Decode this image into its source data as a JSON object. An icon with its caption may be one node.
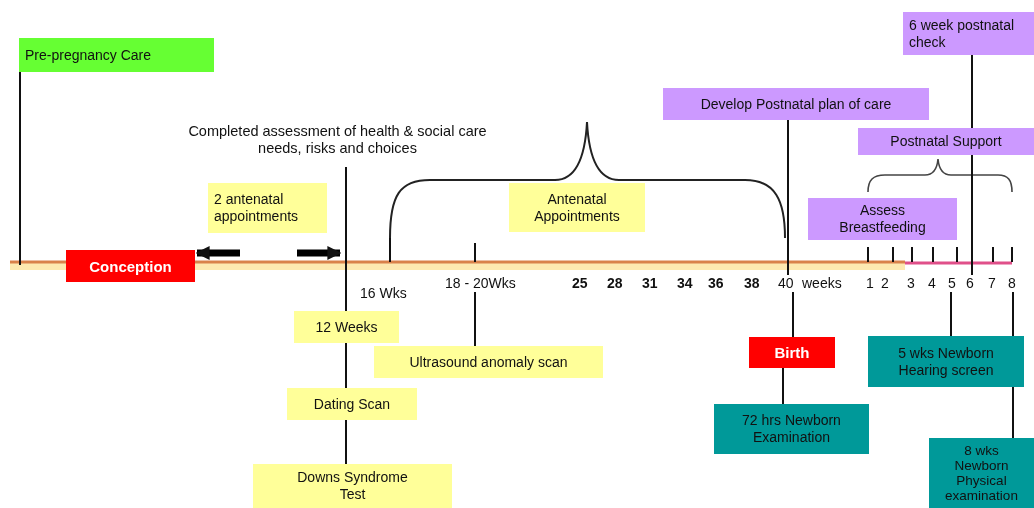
{
  "diagram": {
    "nodes": [
      {
        "text": [
          "6 week postnatal check"
        ]
      },
      {
        "text": [
          "Pre-pregnancy Care"
        ]
      },
      {
        "text": [
          "Develop Postnatal plan of care"
        ]
      },
      {
        "text": [
          "Completed assessment of health & social care needs, risks and choices"
        ]
      },
      {
        "text": [
          "Postnatal Support"
        ]
      },
      {
        "text": [
          "2 antenatal appointments"
        ]
      },
      {
        "text": [
          "Antenatal Appointments"
        ]
      },
      {
        "text": [
          "Assess Breastfeeding"
        ]
      },
      {
        "text": [
          "Conception"
        ]
      },
      {
        "text": [
          "12 Weeks"
        ]
      },
      {
        "text": [
          "5 wks Newborn Hearing screen"
        ]
      },
      {
        "text": [
          "Birth"
        ]
      },
      {
        "text": [
          "Ultrasound anomaly scan"
        ]
      },
      {
        "text": [
          "Dating Scan"
        ]
      },
      {
        "text": [
          "72 hrs Newborn Examination"
        ]
      },
      {
        "text": [
          "8 wks Newborn Physical examination"
        ]
      },
      {
        "text": [
          "Downs Syndrome Test"
        ]
      },
      {
        "text": [
          "18 - 20Wks"
        ]
      },
      {
        "text": [
          "40"
        ]
      },
      {
        "text": [
          "5"
        ]
      },
      {
        "text": [
          "8"
        ]
      },
      {
        "text": [
          "6"
        ]
      }
    ],
    "edges": [
      {
        "from": 0,
        "to": 21,
        "arrow": "none"
      },
      {
        "from": 1,
        "to": null,
        "arrow": "none"
      },
      {
        "from": 2,
        "to": 18,
        "arrow": "none"
      },
      {
        "from": 3,
        "to": 9,
        "arrow": "none"
      },
      {
        "from": 9,
        "to": 13,
        "arrow": "none"
      },
      {
        "from": 13,
        "to": 16,
        "arrow": "none"
      },
      {
        "from": 17,
        "to": 12,
        "arrow": "none"
      },
      {
        "from": 18,
        "to": 11,
        "arrow": "none"
      },
      {
        "from": 11,
        "to": 14,
        "arrow": "none"
      },
      {
        "from": 19,
        "to": 10,
        "arrow": "none"
      },
      {
        "from": 20,
        "to": 10,
        "arrow": "none"
      },
      {
        "from": 10,
        "to": 15,
        "arrow": "none"
      }
    ],
    "labels": [
      "25",
      "28",
      "31",
      "34",
      "36",
      "38",
      "weeks",
      "1",
      "2",
      "3",
      "4",
      "7",
      "16 Wks"
    ]
  }
}
